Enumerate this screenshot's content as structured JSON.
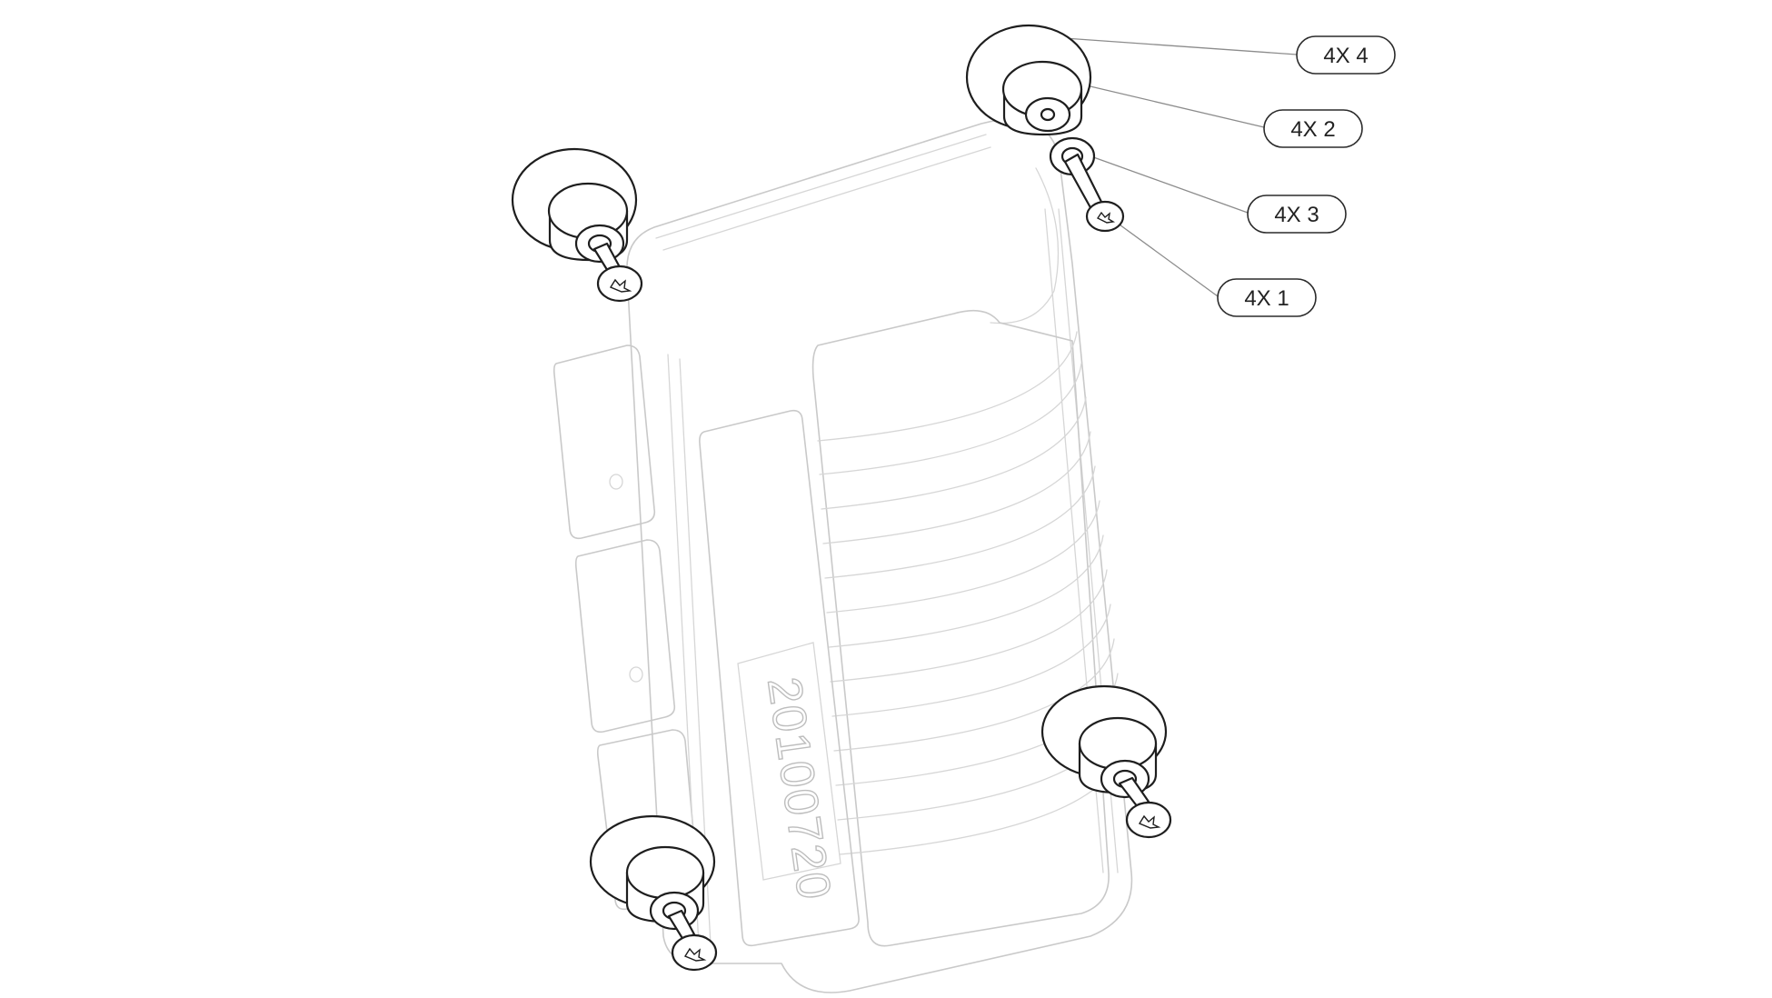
{
  "colors": {
    "ghost_line": "#c9c9c9",
    "part_line": "#1e1e1e",
    "leader_line": "#8c8c8c",
    "background": "#ffffff"
  },
  "housing": {
    "stamp": "20100720"
  },
  "callouts": [
    {
      "id": "c4",
      "label": "4X 4"
    },
    {
      "id": "c2",
      "label": "4X 2"
    },
    {
      "id": "c3",
      "label": "4X 3"
    },
    {
      "id": "c1",
      "label": "4X 1"
    }
  ]
}
